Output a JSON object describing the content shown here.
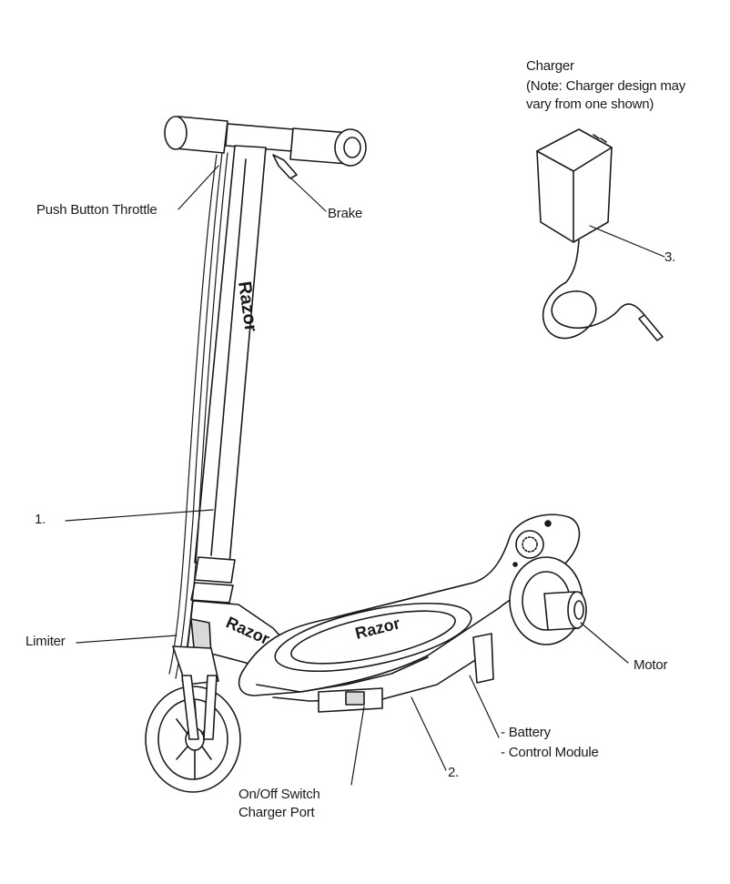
{
  "diagram": {
    "labels": {
      "charger_title": "Charger",
      "charger_note_1": "(Note: Charger design may",
      "charger_note_2": "vary from one shown)",
      "push_button_throttle": "Push Button Throttle",
      "brake": "Brake",
      "callout_3": "3.",
      "callout_1": "1.",
      "limiter": "Limiter",
      "motor": "Motor",
      "battery": "- Battery",
      "control_module": "- Control Module",
      "callout_2": "2.",
      "onoff_switch": "On/Off Switch",
      "charger_port": "Charger Port"
    },
    "brand": {
      "stem_logo": "Razor",
      "fork_logo": "Razor",
      "deck_logo": "Razor"
    }
  },
  "colors": {
    "line": "#1a1a1a",
    "background": "#ffffff",
    "shade": "#d9d9d9"
  }
}
